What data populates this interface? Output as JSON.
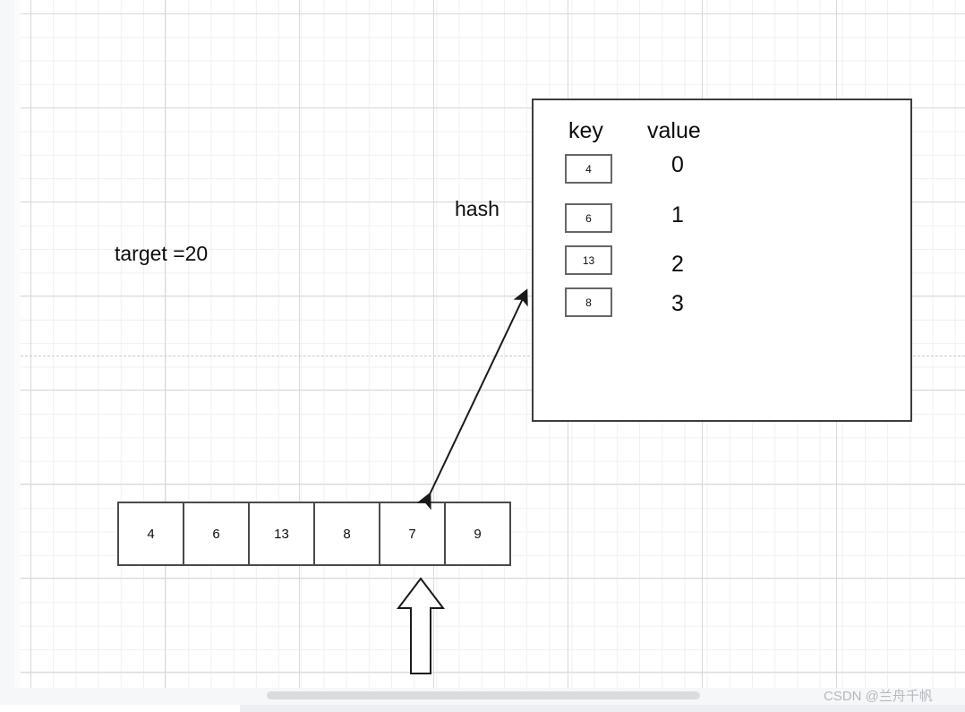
{
  "diagram": {
    "labels": {
      "target": "target =20",
      "hash": "hash"
    },
    "hash_table": {
      "header_key": "key",
      "header_value": "value",
      "entries": [
        {
          "key": "4",
          "value": "0"
        },
        {
          "key": "6",
          "value": "1"
        },
        {
          "key": "13",
          "value": "2"
        },
        {
          "key": "8",
          "value": "3"
        }
      ]
    },
    "array": {
      "cells": [
        "4",
        "6",
        "13",
        "8",
        "7",
        "9"
      ],
      "pointer_index": 4
    },
    "colors": {
      "box_border": "#3d3d3d",
      "cell_border": "#4a4a4a",
      "key_border": "#666666",
      "text": "#0c0c0c",
      "grid_minor": "#f0f0f0",
      "grid_major": "#d9d9d9",
      "scrollbar": "#dcdcdf",
      "watermark": "#b7b7bd"
    }
  },
  "watermark": {
    "text": "CSDN @兰舟千帆"
  }
}
